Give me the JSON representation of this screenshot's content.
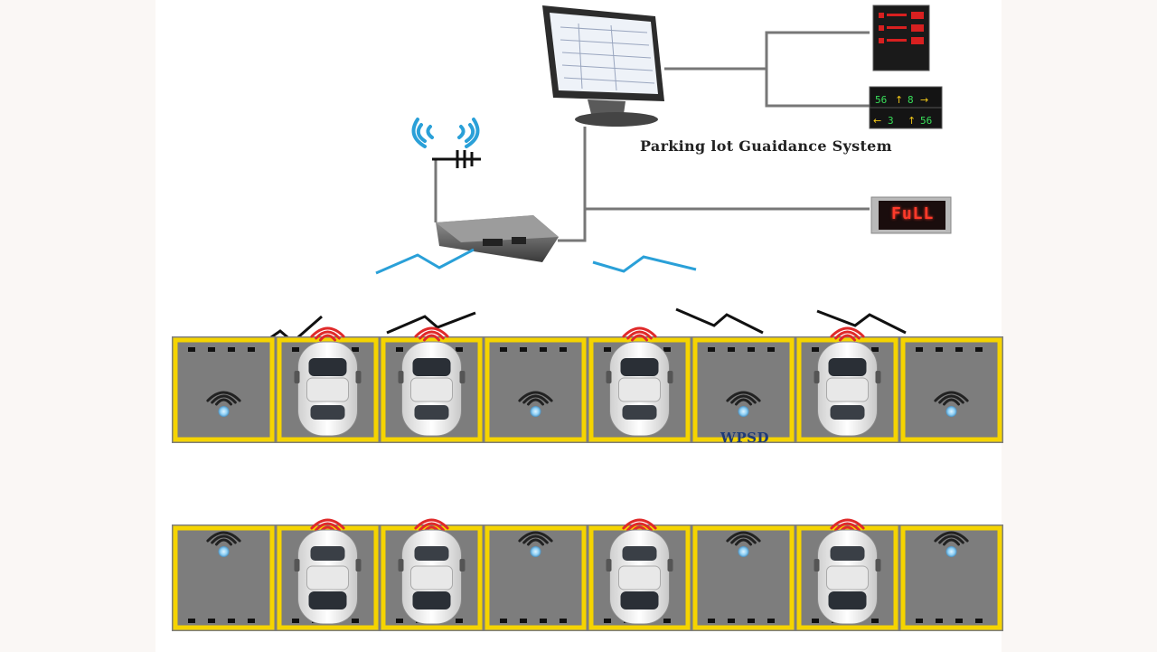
{
  "labels": {
    "system_title": "Parking lot Guaidance System",
    "full_sign_text": "FuLL",
    "sensor_label": "WPSD"
  },
  "display_digits": {
    "panel_a_left": "56",
    "panel_a_right": "8",
    "panel_b_left": "3",
    "panel_b_right": "56"
  },
  "parking_rows": [
    {
      "name": "upper-row",
      "bays": [
        "empty",
        "occupied",
        "occupied",
        "empty",
        "occupied",
        "empty",
        "occupied",
        "empty"
      ]
    },
    {
      "name": "lower-row",
      "bays": [
        "empty",
        "occupied",
        "occupied",
        "empty",
        "occupied",
        "empty",
        "occupied",
        "empty"
      ]
    }
  ],
  "colors": {
    "bay_line": "#f5d400",
    "asphalt": "#7d7d7d",
    "wire": "#777777",
    "signal": "#2aa0d8",
    "occupied_signal": "#e02a2a",
    "led_red": "#ff3a2a",
    "led_green": "#39e05a"
  }
}
